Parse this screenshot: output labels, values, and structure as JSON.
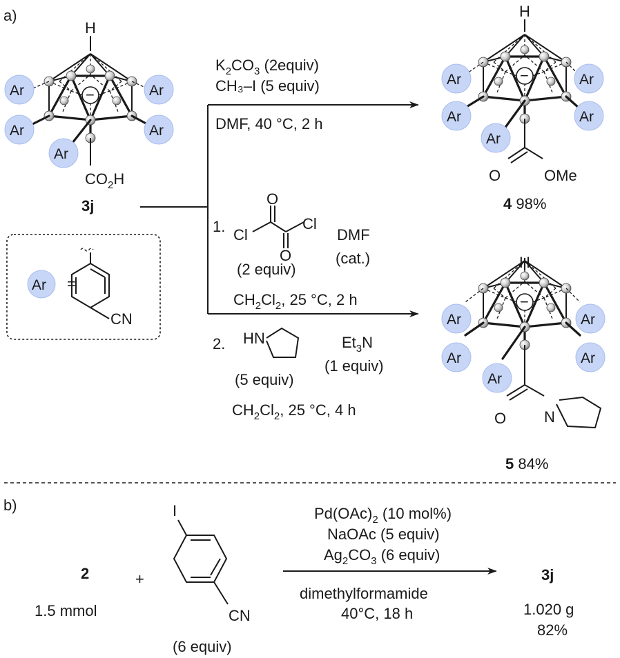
{
  "panel_a": {
    "label": "a)",
    "start": {
      "h": "H",
      "acid": "CO",
      "acid_sub": "2",
      "acid_end": "H",
      "id": "3j"
    },
    "ar": "Ar",
    "minus": "−",
    "legend": {
      "ar": "Ar",
      "eq": "=",
      "cn": "CN"
    },
    "top_conditions": {
      "l1_a": "K",
      "l1_sub": "2",
      "l1_b": "CO",
      "l1_sub2": "3",
      "l1_c": " (2equiv)",
      "l2": "CH₃–I (5 equiv)",
      "l3": "DMF, 40 °C, 2 h"
    },
    "product_4": {
      "h": "H",
      "o": "O",
      "ome": "OMe",
      "id": "4",
      "yield": " 98%"
    },
    "bottom_conditions": {
      "step1": "1.",
      "cl1": "Cl",
      "cl2": "Cl",
      "o1": "O",
      "o2": "O",
      "amount1": "(2 equiv)",
      "dmf": "DMF",
      "cat": "(cat.)",
      "solv1_a": "CH",
      "solv1_sub": "2",
      "solv1_b": "Cl",
      "solv1_sub2": "2",
      "solv1_c": ", 25 °C, 2 h",
      "step2": "2.",
      "hn": "HN",
      "amount2": "(5 equiv)",
      "et3n_a": "Et",
      "et3n_sub": "3",
      "et3n_b": "N",
      "et3n_amount": "(1 equiv)",
      "solv2_a": "CH",
      "solv2_sub": "2",
      "solv2_b": "Cl",
      "solv2_sub2": "2",
      "solv2_c": ", 25 °C, 4 h"
    },
    "product_5": {
      "h": "H",
      "o": "O",
      "n": "N",
      "id": "5",
      "yield": " 84%"
    }
  },
  "panel_b": {
    "label": "b)",
    "reagent1": {
      "id": "2",
      "amount": "1.5 mmol"
    },
    "plus": "+",
    "reagent2": {
      "i": "I",
      "cn": "CN",
      "amount": "(6 equiv)"
    },
    "conditions": {
      "c1_a": "Pd(OAc)",
      "c1_sub": "2",
      "c1_b": " (10 mol%)",
      "c2": "NaOAc (5 equiv)",
      "c3_a": "Ag",
      "c3_sub": "2",
      "c3_b": "CO",
      "c3_sub2": "3",
      "c3_c": " (6 equiv)",
      "c4": "dimethylformamide",
      "c5": "40°C, 18 h"
    },
    "product": {
      "id": "3j",
      "mass": "1.020 g",
      "yield": "82%"
    }
  }
}
